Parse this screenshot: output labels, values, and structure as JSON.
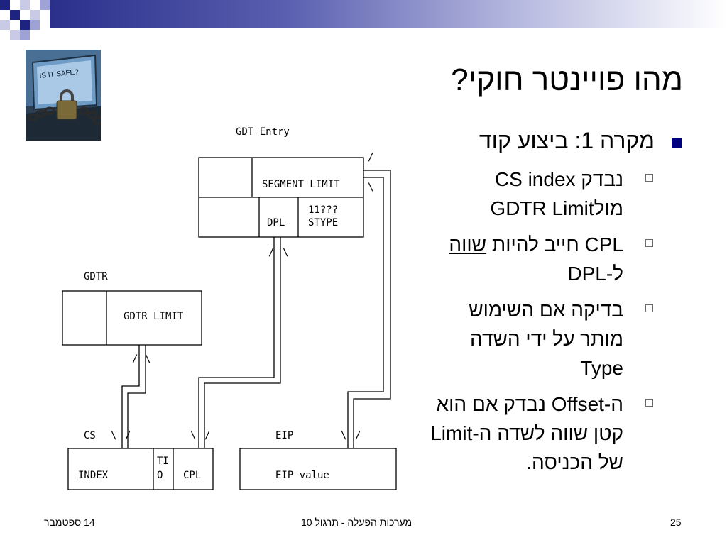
{
  "slide": {
    "title": "מהו פויינטר חוקי?",
    "page_number": "25",
    "footer_center": "מערכות הפעלה - תרגול 10",
    "footer_date": "14 ספטמבר"
  },
  "photo": {
    "caption": "IS IT SAFE?"
  },
  "bullets": {
    "main": "מקרה 1: ביצוע קוד",
    "sub": [
      {
        "text": "נבדק CS index מולGDTR Limit"
      },
      {
        "text_a": "CPL חייב להיות ",
        "text_u": "שווה ",
        "text_b": "ל-DPL"
      },
      {
        "text": "בדיקה אם השימוש מותר על ידי השדה Type"
      },
      {
        "text": "ה-Offset נבדק אם הוא קטן שווה לשדה ה-Limit של הכניסה."
      }
    ]
  },
  "diagram": {
    "gdt_entry_label": "GDT Entry",
    "segment_limit": "SEGMENT  LIMIT",
    "dpl": "DPL",
    "stype_1": "11???",
    "stype_2": "STYPE",
    "gdtr_label": "GDTR",
    "gdtr_limit": "GDTR LIMIT",
    "cs_label": "CS",
    "index": "INDEX",
    "ti_1": "TI",
    "ti_2": "O",
    "cpl": "CPL",
    "eip_label": "EIP",
    "eip_value": "EIP  value",
    "slash": "/",
    "backslash": "\\"
  },
  "colors": {
    "navy": "#000080",
    "bullet_square": "#000080"
  }
}
